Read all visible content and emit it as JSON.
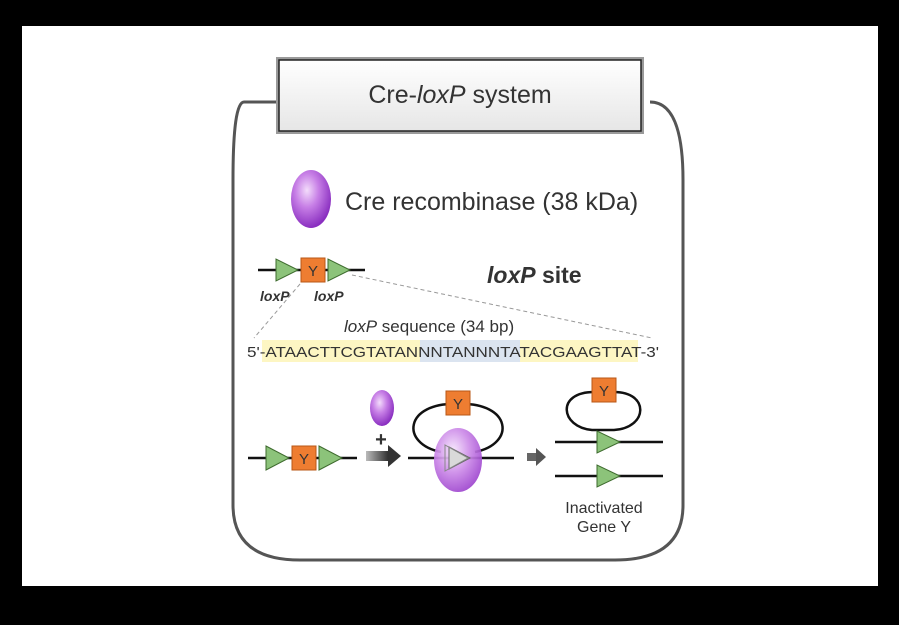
{
  "title": {
    "prefix": "Cre-",
    "italic": "loxP",
    "suffix": " system"
  },
  "cre": {
    "label": "Cre recombinase (38 kDa)"
  },
  "loxp_site": {
    "italic": "loxP",
    "suffix": " site",
    "arrow_label_1": "loxP",
    "arrow_label_2": "loxP",
    "gene_label": "Y"
  },
  "loxp_sequence": {
    "heading_italic": "loxP",
    "heading_suffix": " sequence (34 bp)",
    "prefix": "5'-",
    "left_arm": "ATAACTTCGTATA",
    "spacer": "NNNTANNN",
    "right_arm": "TATACGAAGTTAT",
    "suffix": "-3'"
  },
  "recombination": {
    "gene_label": "Y",
    "plus": "+",
    "result_label_line1": "Inactivated",
    "result_label_line2": "Gene Y"
  },
  "colors": {
    "frame": "#555555",
    "cre_purple": "#a64dd6",
    "gene_orange": "#ee7d31",
    "arrow_green": "#8cc37a",
    "seq_highlight_yellow": "#fdf6c3",
    "seq_highlight_blue": "#dbe4f0"
  }
}
